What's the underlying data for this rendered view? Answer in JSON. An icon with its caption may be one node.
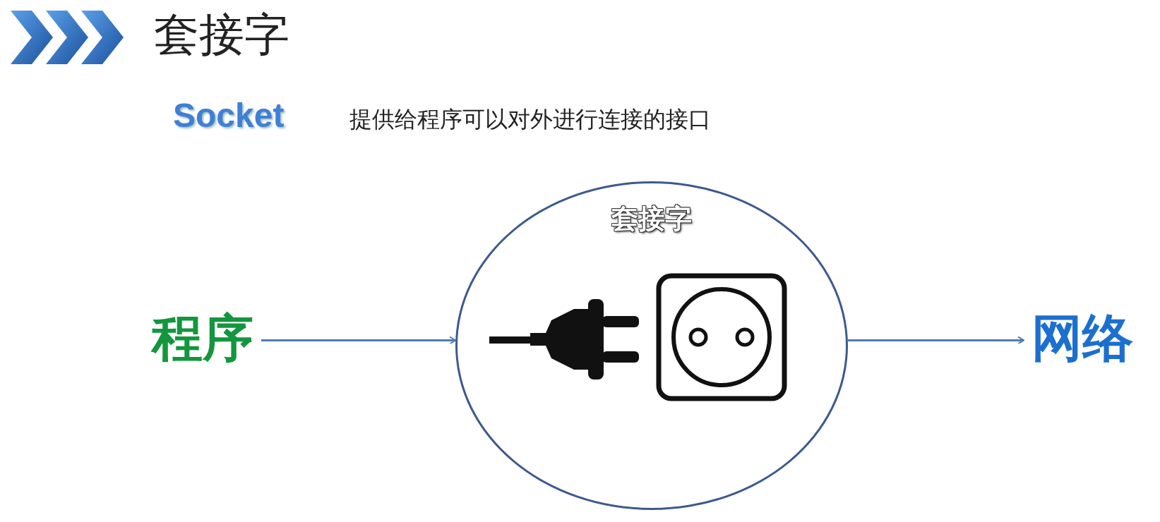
{
  "diagram": {
    "title": "套接字",
    "nodes": [
      {
        "text": [
          "程序"
        ]
      },
      {
        "text": [
          "套接字"
        ]
      },
      {
        "text": [
          "网络"
        ]
      }
    ],
    "edges": [
      {
        "from": 0,
        "to": 1,
        "arrow": "to"
      },
      {
        "from": 1,
        "to": 2,
        "arrow": "to"
      }
    ],
    "labels": [
      "Socket",
      "提供给程序可以对外进行连接的接口"
    ]
  }
}
